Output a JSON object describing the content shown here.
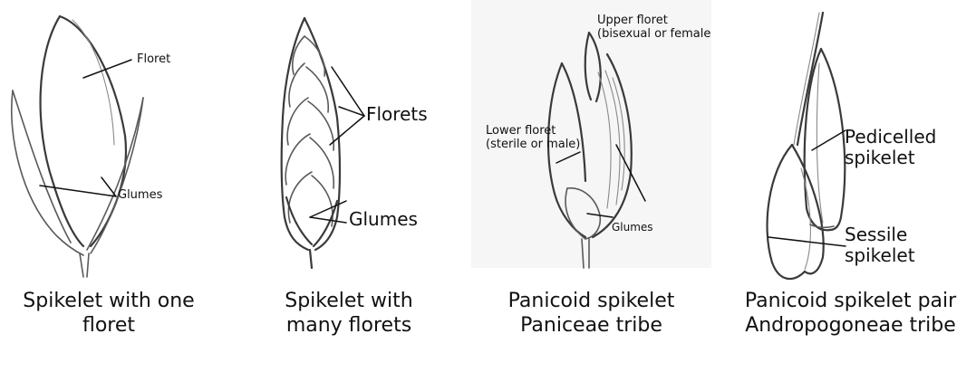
{
  "panels": [
    {
      "labels": {
        "floret": "Floret",
        "glumes": "Glumes"
      },
      "caption": [
        "Spikelet with one",
        "floret"
      ]
    },
    {
      "labels": {
        "florets": "Florets",
        "glumes": "Glumes"
      },
      "caption": [
        "Spikelet with",
        "many florets"
      ]
    },
    {
      "labels": {
        "upper_floret": [
          "Upper floret",
          "(bisexual or female)"
        ],
        "lower_floret": [
          "Lower floret",
          "(sterile or male)"
        ],
        "glumes": "Glumes"
      },
      "caption": [
        "Panicoid spikelet",
        "Paniceae tribe"
      ]
    },
    {
      "labels": {
        "pedicelled_spikelet": [
          "Pedicelled",
          "spikelet"
        ],
        "sessile_spikelet": [
          "Sessile",
          "spikelet"
        ]
      },
      "caption": [
        "Panicoid spikelet pair",
        "Andropogoneae tribe"
      ]
    }
  ]
}
